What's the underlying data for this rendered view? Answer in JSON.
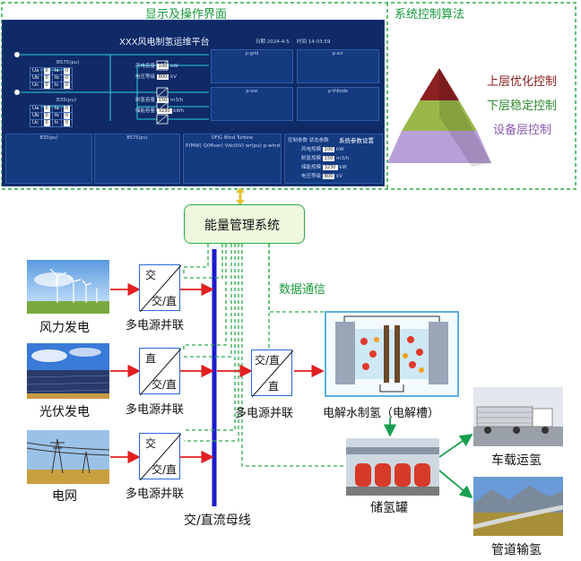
{
  "captions": {
    "dashboard_caption": "显示及操作界面",
    "algorithm_caption": "系统控制算法"
  },
  "dashboard": {
    "title": "XXX风电制氢运维平台",
    "date_label": "日期",
    "date_value": "2024-4-5",
    "time_label": "时间",
    "time_value": "14:03:59",
    "bus1_label": "B575(pu)",
    "bus2_label": "B35(pu)",
    "meter1": [
      {
        "k": "Ua",
        "v": "0",
        "k2": "Ia",
        "v2": "0"
      },
      {
        "k": "Ub",
        "v": "0",
        "k2": "Ib",
        "v2": "0"
      },
      {
        "k": "Uc",
        "v": "0",
        "k2": "Ic",
        "v2": "0"
      }
    ],
    "meter2": [
      {
        "k": "Ua",
        "v": "0",
        "k2": "Ia",
        "v2": "0"
      },
      {
        "k": "Ub",
        "v": "0",
        "k2": "Ib",
        "v2": "0"
      },
      {
        "k": "Uc",
        "v": "0",
        "k2": "Ic",
        "v2": "0"
      }
    ],
    "inline_params": [
      {
        "name": "风电容量",
        "value": "100",
        "unit": "kW"
      },
      {
        "name": "电压等级",
        "value": "800",
        "unit": "kV"
      },
      {
        "name": "制氢容量",
        "value": "150",
        "unit": "m3/h"
      },
      {
        "name": "储能容量",
        "value": "3230",
        "unit": "kWh"
      }
    ],
    "chart_titles": [
      "p-grid",
      "p-scr",
      "p-vsc",
      "p-Vdiode"
    ],
    "bottom_panels": [
      "B35(pu)",
      "B575(pu)",
      "DFIG Wind Turbine"
    ],
    "dfig_cols": [
      "P(MW)",
      "Q(Mvar)",
      "Vdc(kV)",
      "wr(pu)",
      "p-wind"
    ],
    "param_tab1": "控制参数",
    "param_tab2": "状态参数",
    "param_title": "系统参数设置",
    "params": [
      {
        "name": "风电规模",
        "value": "100",
        "unit": "kW"
      },
      {
        "name": "制氢规模",
        "value": "150",
        "unit": "m3/h"
      },
      {
        "name": "储能规模",
        "value": "3230",
        "unit": "kW"
      },
      {
        "name": "电压等级",
        "value": "800",
        "unit": "kV"
      }
    ]
  },
  "pyramid": {
    "top": "上层优化控制",
    "middle": "下层稳定控制",
    "bottom": "设备层控制",
    "colors": {
      "top": "#8b2020",
      "middle": "#9ab84a",
      "bottom": "#b8a0d8"
    }
  },
  "ems": {
    "label": "能量管理系统"
  },
  "data_comm_label": "数据通信",
  "sources": [
    {
      "name": "风力发电",
      "conv_top": "交",
      "conv_bottom": "交/直",
      "conv_caption": "多电源并联"
    },
    {
      "name": "光伏发电",
      "conv_top": "直",
      "conv_bottom": "交/直",
      "conv_caption": "多电源并联"
    },
    {
      "name": "电网",
      "conv_top": "交",
      "conv_bottom": "交/直",
      "conv_caption": "多电源并联"
    }
  ],
  "bus_label": "交/直流母线",
  "middle_conv": {
    "top": "交/直",
    "bottom": "直",
    "caption": "多电源并联"
  },
  "electrolyzer_label": "电解水制氢（电解槽）",
  "storage_label": "储氢罐",
  "vehicle_label": "车载运氢",
  "pipeline_label": "管道输氢",
  "colors": {
    "dash_green": "#2eaa4a",
    "bus_blue": "#1a1ad0",
    "arrow_red": "#e02020",
    "arrow_green": "#18a050",
    "ems_fill": "#eef8dc"
  }
}
